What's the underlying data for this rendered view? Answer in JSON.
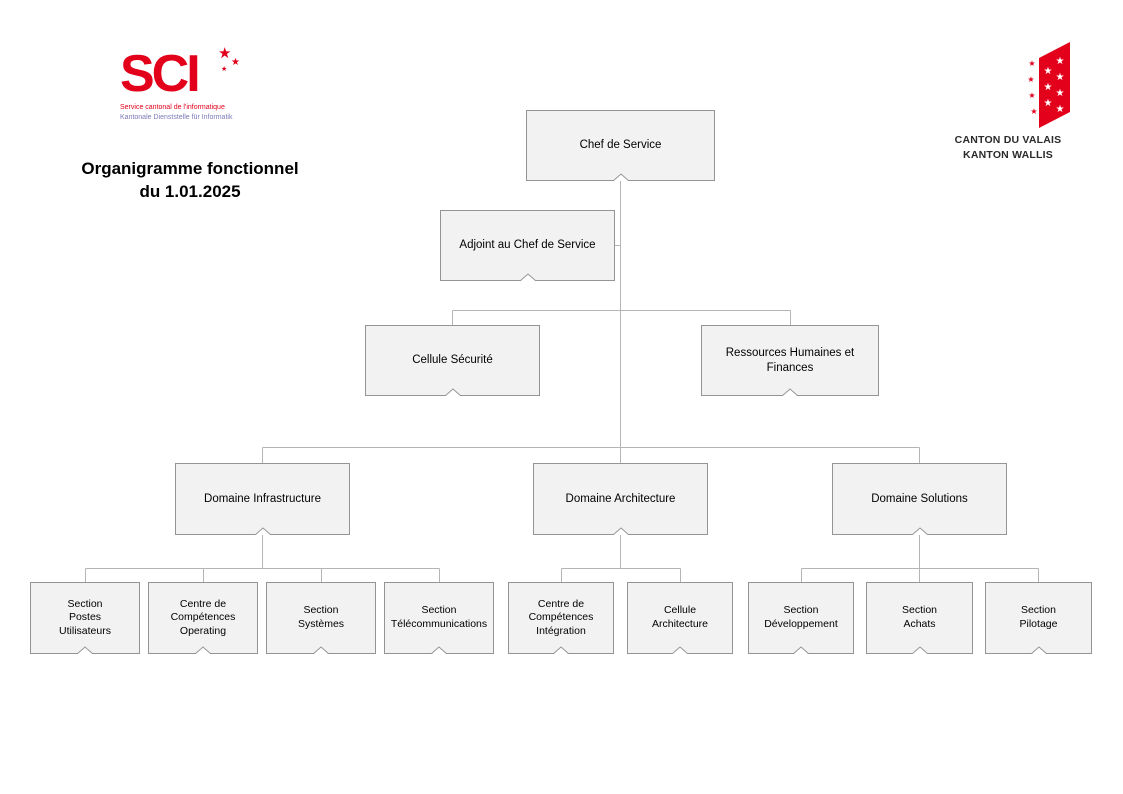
{
  "header": {
    "title": "Organigramme fonctionnel\ndu 1.01.2025"
  },
  "logos": {
    "sci": {
      "acronym": "SCI",
      "star": "★",
      "subtitle_fr": "Service cantonal de l'informatique",
      "subtitle_de": "Kantonale Dienststelle für Informatik",
      "brand_color": "#e2001a"
    },
    "canton": {
      "star": "★",
      "name_fr": "CANTON DU VALAIS",
      "name_de": "KANTON WALLIS",
      "brand_color": "#e2001a"
    }
  },
  "orgchart": {
    "nodes": {
      "chef": "Chef de Service",
      "adjoint": "Adjoint au Chef de Service",
      "cellule_securite": "Cellule Sécurité",
      "rh_finances": "Ressources Humaines et\nFinances",
      "dom_infra": "Domaine Infrastructure",
      "dom_archi": "Domaine Architecture",
      "dom_solutions": "Domaine Solutions",
      "sec_postes": "Section\nPostes\nUtilisateurs",
      "cc_operating": "Centre de\nCompétences\nOperating",
      "sec_systemes": "Section\nSystèmes",
      "sec_telecom": "Section\nTélécommunications",
      "cc_integration": "Centre de\nCompétences\nIntégration",
      "cellule_archi": "Cellule\nArchitecture",
      "sec_dev": "Section\nDéveloppement",
      "sec_achats": "Section\nAchats",
      "sec_pilotage": "Section\nPilotage"
    }
  }
}
